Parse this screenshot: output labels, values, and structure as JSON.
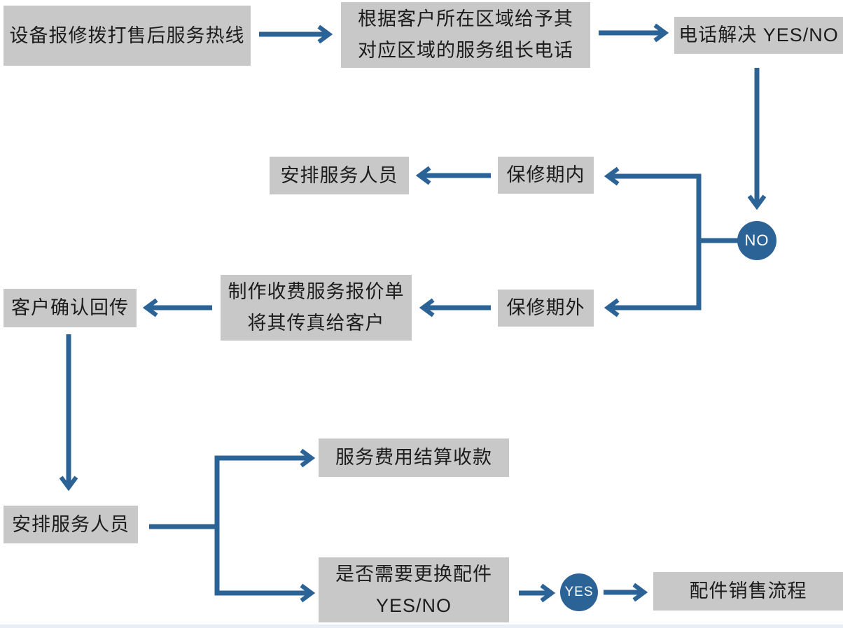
{
  "colors": {
    "box_fill": "#c8c8c8",
    "box_text": "#1c1c1c",
    "arrow": "#2c6397",
    "circle_fill": "#2c6397",
    "circle_text": "#ffffff",
    "footer_strip": "#e9eef6",
    "page_bg": "#ffffff"
  },
  "nodes": {
    "report": {
      "label": "设备报修拨打售后服务热线"
    },
    "route": {
      "label": "根据客户所在区域给予其\n对应区域的服务组长电话"
    },
    "phone_resolve": {
      "label": "电话解决 YES/NO"
    },
    "no_badge": {
      "label": "NO"
    },
    "arrange_mid": {
      "label": "安排服务人员"
    },
    "in_warranty": {
      "label": "保修期内"
    },
    "out_warranty": {
      "label": "保修期外"
    },
    "quotation": {
      "label": "制作收费服务报价单\n将其传真给客户"
    },
    "customer_confirm": {
      "label": "客户确认回传"
    },
    "arrange_bottom": {
      "label": "安排服务人员"
    },
    "settlement": {
      "label": "服务费用结算收款"
    },
    "need_parts": {
      "label": "是否需要更换配件\nYES/NO"
    },
    "yes_badge": {
      "label": "YES"
    },
    "parts_sales": {
      "label": "配件销售流程"
    }
  }
}
